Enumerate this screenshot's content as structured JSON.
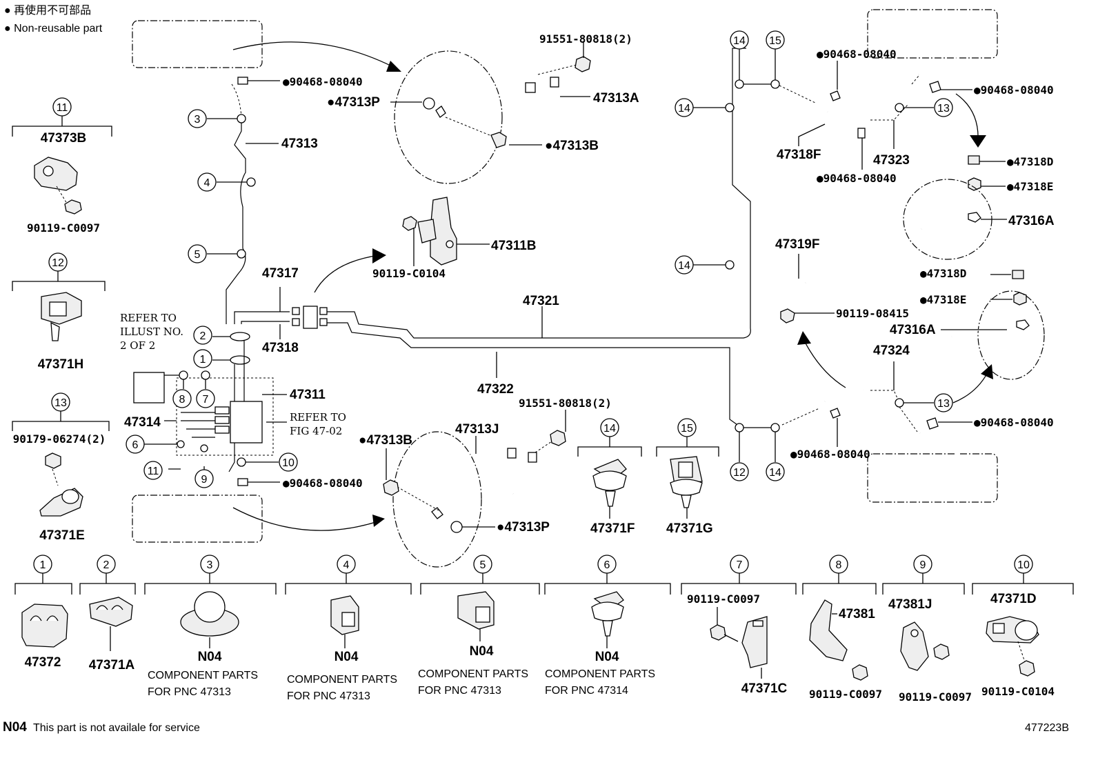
{
  "legend": {
    "jp_text": "● 再使用不可部品",
    "en_text": "● Non-reusable part"
  },
  "footer": {
    "n04_code": "N04",
    "n04_text": "This part is not availale for service",
    "figure_id": "477223B"
  },
  "notes": {
    "refer_illust": [
      "REFER TO",
      "ILLUST NO.",
      "2 OF 2"
    ],
    "refer_fig": [
      "REFER TO",
      "FIG 47-02"
    ]
  },
  "labels": {
    "l_90468_top": "●90468-08040",
    "l_91551_top": "91551-80818(2)",
    "l_47313P_top": "●47313P",
    "l_47313A": "47313A",
    "l_47313B_top": "●47313B",
    "l_47313": "47313",
    "l_47311B": "47311B",
    "l_90119C0104_mid": "90119-C0104",
    "l_47317": "47317",
    "l_47318": "47318",
    "l_47321": "47321",
    "l_47322": "47322",
    "l_47311": "47311",
    "l_47314": "47314",
    "l_90468_mid": "●90468-08040",
    "l_47313B_mid": "●47313B",
    "l_47313J": "47313J",
    "l_91551_mid": "91551-80818(2)",
    "l_47313P_mid": "●47313P",
    "l_47371F": "47371F",
    "l_47371G": "47371G",
    "l_47373B": "47373B",
    "l_90119C0097_left": "90119-C0097",
    "l_47371H": "47371H",
    "l_90179": "90179-06274(2)",
    "l_47371E": "47371E",
    "r_90468_a": "●90468-08040",
    "r_90468_b": "●90468-08040",
    "r_47318F": "47318F",
    "r_47323": "47323",
    "r_90468_c": "●90468-08040",
    "r_47318D_a": "●47318D",
    "r_47318E_a": "●47318E",
    "r_47316A_a": "47316A",
    "r_47319F": "47319F",
    "r_90119_08415": "90119-08415",
    "r_47318D_b": "●47318D",
    "r_47318E_b": "●47318E",
    "r_47316A_b": "47316A",
    "r_47324": "47324",
    "r_90468_d": "●90468-08040",
    "r_90468_e": "●90468-08040"
  },
  "callouts": {
    "c1": "1",
    "c2": "2",
    "c3": "3",
    "c4": "4",
    "c5": "5",
    "c6": "6",
    "c7": "7",
    "c8": "8",
    "c9": "9",
    "c10": "10",
    "c11": "11",
    "c12": "12",
    "c13": "13",
    "c14": "14",
    "c15": "15"
  },
  "bottom_row": {
    "p1": "47372",
    "p2": "47371A",
    "p3_code": "N04",
    "p3_text": [
      "COMPONENT PARTS",
      "FOR PNC 47313"
    ],
    "p4_code": "N04",
    "p4_text": [
      "COMPONENT PARTS",
      "FOR PNC 47313"
    ],
    "p5_code": "N04",
    "p5_text": [
      "COMPONENT PARTS",
      "FOR PNC 47313"
    ],
    "p6_code": "N04",
    "p6_text": [
      "COMPONENT PARTS",
      "FOR PNC 47314"
    ],
    "p7_bolt": "90119-C0097",
    "p7_part": "47371C",
    "p8_part": "47381",
    "p8_bolt": "90119-C0097",
    "p9_part": "47381J",
    "p9_bolt": "90119-C0097",
    "p10_part": "47371D",
    "p10_bolt": "90119-C0104"
  }
}
